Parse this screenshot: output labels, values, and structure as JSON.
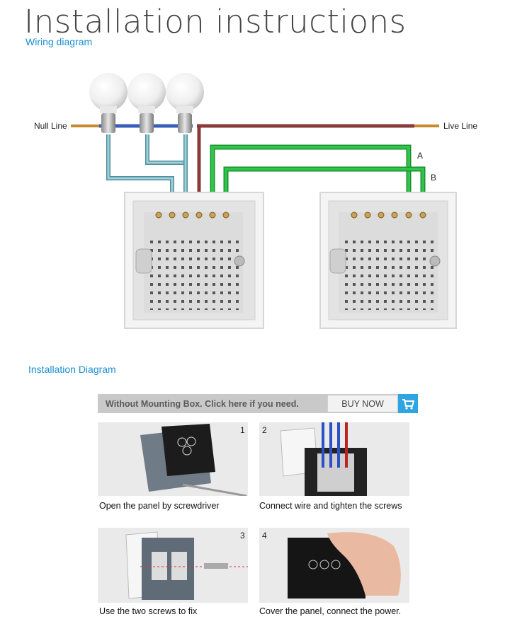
{
  "header": {
    "title": "Installation instructions",
    "subtitle": "Wiring diagram"
  },
  "wiring": {
    "null_line": "Null Line",
    "live_line": "Live Line",
    "label_a": "A",
    "label_b": "B",
    "colors": {
      "live": "#8b3a3a",
      "neutral": "#3a5fb8",
      "lamp_wire": "#7fb4c0",
      "traveler": "#2fc44a"
    }
  },
  "installation": {
    "heading": "Installation Diagram",
    "banner_text": "Without Mounting Box. Click here if you need.",
    "buy_label": "BUY NOW",
    "cart_icon": "cart-icon",
    "steps": [
      {
        "num": "1",
        "caption": "Open the panel by screwdriver"
      },
      {
        "num": "2",
        "caption": "Connect wire and tighten the screws"
      },
      {
        "num": "3",
        "caption": "Use the two screws to fix"
      },
      {
        "num": "4",
        "caption": "Cover the panel, connect the power."
      }
    ]
  }
}
